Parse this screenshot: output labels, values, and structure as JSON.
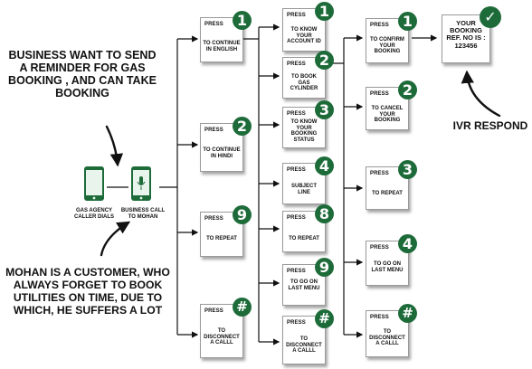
{
  "notes": {
    "business": "BUSINESS WANT TO SEND A REMINDER FOR GAS BOOKING , AND CAN TAKE BOOKING",
    "customer": "MOHAN IS A CUSTOMER, WHO ALWAYS FORGET TO BOOK UTILITIES ON TIME, DUE TO WHICH, HE SUFFERS A LOT",
    "ivr": "IVR RESPOND"
  },
  "phones": [
    {
      "caption": "GAS AGENCY CALLER DIALS"
    },
    {
      "caption": "BUSINESS CALL TO MOHAN"
    }
  ],
  "press_word": "PRESS",
  "level1": [
    {
      "key": "1",
      "desc": "TO CONTINUE IN ENGLISH"
    },
    {
      "key": "2",
      "desc": "TO CONTINUE IN HINDI"
    },
    {
      "key": "9",
      "desc": "TO REPEAT"
    },
    {
      "key": "#",
      "desc": "TO DISCONNECT A CALLL"
    }
  ],
  "level2": [
    {
      "key": "1",
      "desc": "TO KNOW YOUR ACCOUNT ID"
    },
    {
      "key": "2",
      "desc": "TO BOOK GAS CYLINDER"
    },
    {
      "key": "3",
      "desc": "TO KNOW YOUR BOOKING STATUS"
    },
    {
      "key": "4",
      "desc": "SUBJECT LINE"
    },
    {
      "key": "8",
      "desc": "TO REPEAT"
    },
    {
      "key": "9",
      "desc": "TO GO ON LAST MENU"
    },
    {
      "key": "#",
      "desc": "TO DISCONNECT A CALLL"
    }
  ],
  "level3": [
    {
      "key": "1",
      "desc": "TO CONFIRM YOUR BOOKING"
    },
    {
      "key": "2",
      "desc": "TO CANCEL YOUR BOOKING"
    },
    {
      "key": "3",
      "desc": "TO REPEAT"
    },
    {
      "key": "4",
      "desc": "TO GO ON LAST MENU"
    },
    {
      "key": "#",
      "desc": "TO DISCONNECT A CALLL"
    }
  ],
  "confirmation": {
    "text": "YOUR BOOKING REF. NO IS : 123456",
    "check": "✓"
  },
  "colors": {
    "badge": "#1e6b3a",
    "phone": "#1e6b3a",
    "line": "#111111"
  }
}
